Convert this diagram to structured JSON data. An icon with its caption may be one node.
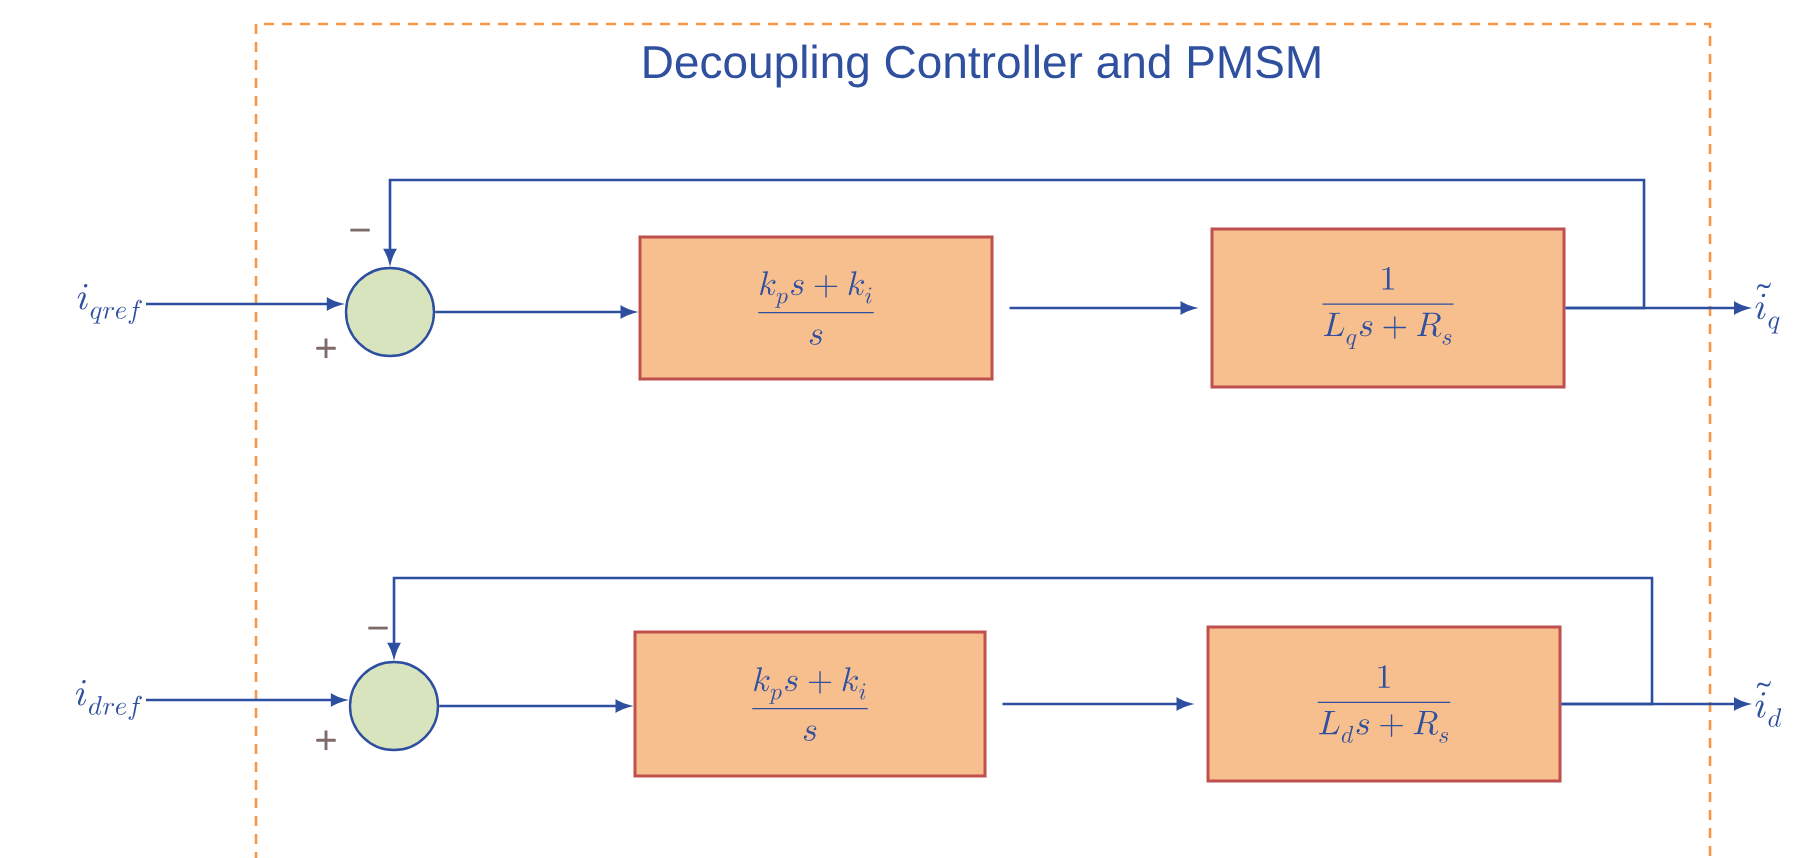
{
  "diagram": {
    "nodes": [
      {
        "text": [
          "Decoupling Controller and PMSM"
        ]
      },
      {
        "text": [
          "i_{qref}"
        ]
      },
      {
        "text": [],
        "shape": "circle",
        "in": 0,
        "beside": [
          "−",
          "+"
        ]
      },
      {
        "text": [
          "\\frac{k_p s + k_i}{s}"
        ],
        "in": 0
      },
      {
        "text": [
          "\\frac{1}{L_q s + R_s}"
        ],
        "in": 0
      },
      {
        "text": [
          "\\tilde{i}_q"
        ]
      },
      {
        "text": [
          "i_{dref}"
        ]
      },
      {
        "text": [],
        "shape": "circle",
        "in": 0,
        "beside": [
          "−",
          "+"
        ]
      },
      {
        "text": [
          "\\frac{k_p s + k_i}{s}"
        ],
        "in": 0
      },
      {
        "text": [
          "\\frac{1}{L_d s + R_s}"
        ],
        "in": 0
      },
      {
        "text": [
          "\\tilde{i}_d"
        ]
      }
    ],
    "edges": [
      {
        "from": 1,
        "to": 2,
        "arrow": "to"
      },
      {
        "from": 2,
        "to": 3,
        "arrow": "to"
      },
      {
        "from": 3,
        "to": 4,
        "arrow": "to"
      },
      {
        "from": 4,
        "to": 5,
        "arrow": "to"
      },
      {
        "from": 4,
        "to": 2,
        "arrow": "to"
      },
      {
        "from": 6,
        "to": 7,
        "arrow": "to"
      },
      {
        "from": 7,
        "to": 8,
        "arrow": "to"
      },
      {
        "from": 8,
        "to": 9,
        "arrow": "to"
      },
      {
        "from": 9,
        "to": 10,
        "arrow": "to"
      },
      {
        "from": 9,
        "to": 7,
        "arrow": "to"
      }
    ]
  }
}
